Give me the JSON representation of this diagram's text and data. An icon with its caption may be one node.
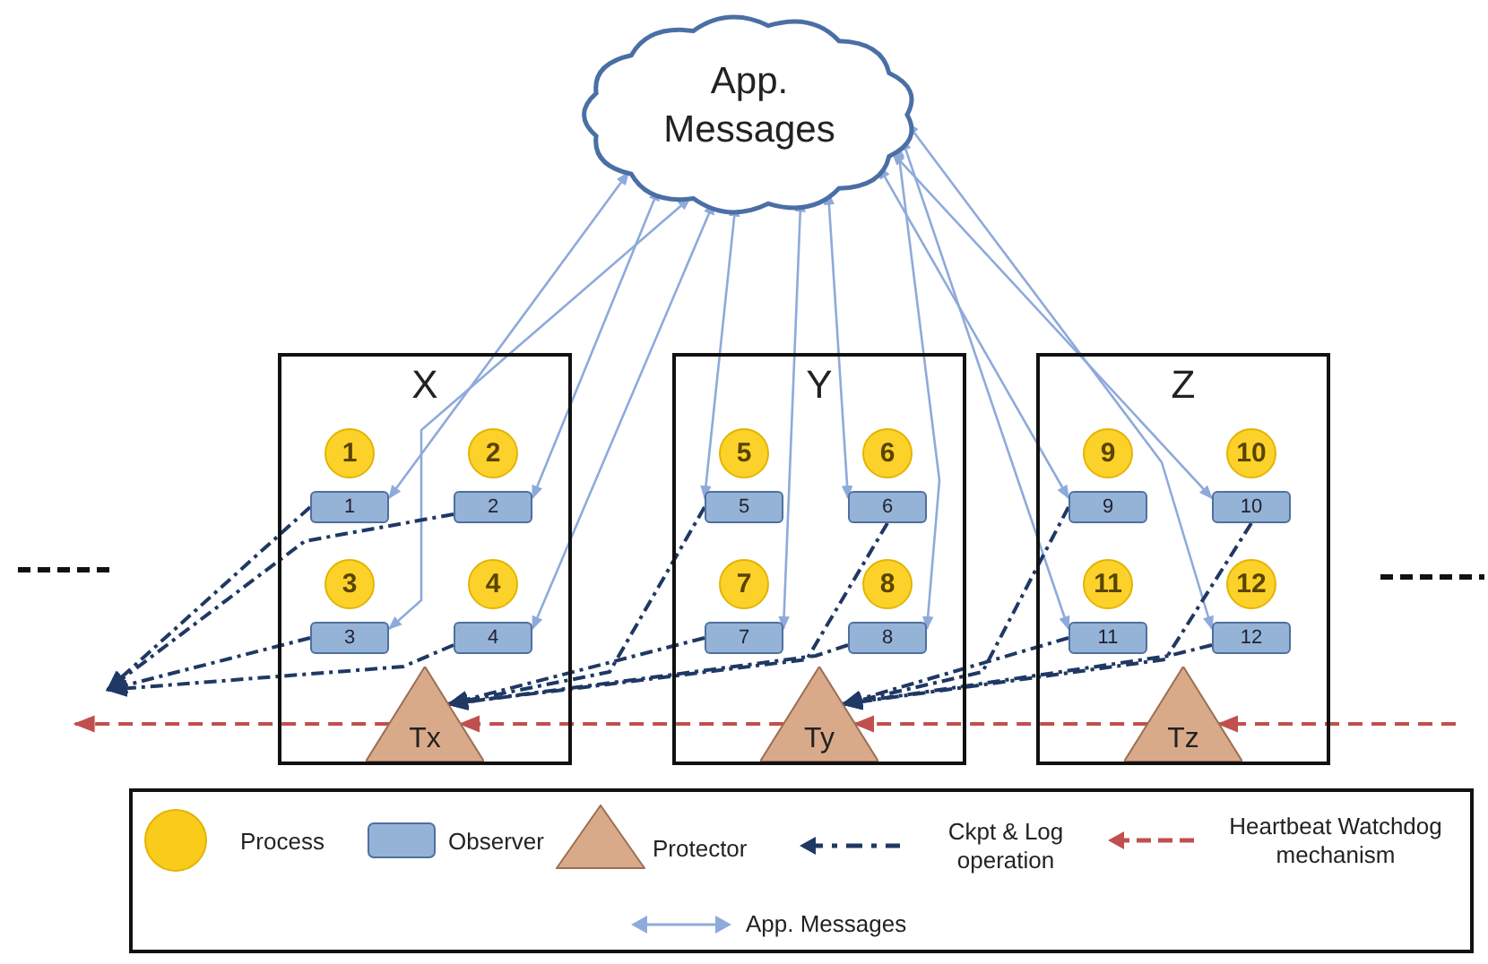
{
  "diagram": {
    "nodes": [
      {
        "text": [
          "App. Messages"
        ]
      },
      {
        "text": [
          "X"
        ]
      },
      {
        "text": [
          "1"
        ],
        "in": 1
      },
      {
        "text": [
          "1"
        ],
        "in": 1
      },
      {
        "text": [
          "2"
        ],
        "in": 1
      },
      {
        "text": [
          "2"
        ],
        "in": 1
      },
      {
        "text": [
          "3"
        ],
        "in": 1
      },
      {
        "text": [
          "3"
        ],
        "in": 1
      },
      {
        "text": [
          "4"
        ],
        "in": 1
      },
      {
        "text": [
          "4"
        ],
        "in": 1
      },
      {
        "text": [
          "Tx"
        ],
        "in": 1
      },
      {
        "text": [
          "Y"
        ]
      },
      {
        "text": [
          "5"
        ],
        "in": 11
      },
      {
        "text": [
          "5"
        ],
        "in": 11
      },
      {
        "text": [
          "6"
        ],
        "in": 11
      },
      {
        "text": [
          "6"
        ],
        "in": 11
      },
      {
        "text": [
          "7"
        ],
        "in": 11
      },
      {
        "text": [
          "7"
        ],
        "in": 11
      },
      {
        "text": [
          "8"
        ],
        "in": 11
      },
      {
        "text": [
          "8"
        ],
        "in": 11
      },
      {
        "text": [
          "Ty"
        ],
        "in": 11
      },
      {
        "text": [
          "Z"
        ]
      },
      {
        "text": [
          "9"
        ],
        "in": 21
      },
      {
        "text": [
          "9"
        ],
        "in": 21
      },
      {
        "text": [
          "10"
        ],
        "in": 21
      },
      {
        "text": [
          "10"
        ],
        "in": 21
      },
      {
        "text": [
          "11"
        ],
        "in": 21
      },
      {
        "text": [
          "11"
        ],
        "in": 21
      },
      {
        "text": [
          "12"
        ],
        "in": 21
      },
      {
        "text": [
          "12"
        ],
        "in": 21
      },
      {
        "text": [
          "Tz"
        ],
        "in": 21
      }
    ],
    "edges": [
      {
        "from": 0,
        "to": 3,
        "arrow": "both",
        "color": "#8eaadb"
      },
      {
        "from": 0,
        "to": 5,
        "arrow": "both",
        "color": "#8eaadb"
      },
      {
        "from": 0,
        "to": 7,
        "arrow": "both",
        "color": "#8eaadb"
      },
      {
        "from": 0,
        "to": 9,
        "arrow": "both",
        "color": "#8eaadb"
      },
      {
        "from": 0,
        "to": 13,
        "arrow": "both",
        "color": "#8eaadb"
      },
      {
        "from": 0,
        "to": 15,
        "arrow": "both",
        "color": "#8eaadb"
      },
      {
        "from": 0,
        "to": 17,
        "arrow": "both",
        "color": "#8eaadb"
      },
      {
        "from": 0,
        "to": 19,
        "arrow": "both",
        "color": "#8eaadb"
      },
      {
        "from": 0,
        "to": 23,
        "arrow": "both",
        "color": "#8eaadb"
      },
      {
        "from": 0,
        "to": 25,
        "arrow": "both",
        "color": "#8eaadb"
      },
      {
        "from": 0,
        "to": 27,
        "arrow": "both",
        "color": "#8eaadb"
      },
      {
        "from": 0,
        "to": 29,
        "arrow": "both",
        "color": "#8eaadb"
      },
      {
        "from": 3,
        "to": null,
        "arrow": "to",
        "style": "dashed",
        "color": "#1f3864"
      },
      {
        "from": 5,
        "to": null,
        "arrow": "to",
        "style": "dashed",
        "color": "#1f3864"
      },
      {
        "from": 7,
        "to": null,
        "arrow": "to",
        "style": "dashed",
        "color": "#1f3864"
      },
      {
        "from": 9,
        "to": null,
        "arrow": "to",
        "style": "dashed",
        "color": "#1f3864"
      },
      {
        "from": 13,
        "to": 10,
        "arrow": "to",
        "style": "dashed",
        "color": "#1f3864"
      },
      {
        "from": 15,
        "to": 10,
        "arrow": "to",
        "style": "dashed",
        "color": "#1f3864"
      },
      {
        "from": 17,
        "to": 10,
        "arrow": "to",
        "style": "dashed",
        "color": "#1f3864"
      },
      {
        "from": 19,
        "to": 10,
        "arrow": "to",
        "style": "dashed",
        "color": "#1f3864"
      },
      {
        "from": 23,
        "to": 20,
        "arrow": "to",
        "style": "dashed",
        "color": "#1f3864"
      },
      {
        "from": 25,
        "to": 20,
        "arrow": "to",
        "style": "dashed",
        "color": "#1f3864"
      },
      {
        "from": 27,
        "to": 20,
        "arrow": "to",
        "style": "dashed",
        "color": "#1f3864"
      },
      {
        "from": 29,
        "to": 20,
        "arrow": "to",
        "style": "dashed",
        "color": "#1f3864"
      },
      {
        "from": null,
        "to": 30,
        "arrow": "to",
        "style": "dashed",
        "color": "#c0504d"
      },
      {
        "from": 30,
        "to": 20,
        "arrow": "to",
        "style": "dashed",
        "color": "#c0504d"
      },
      {
        "from": 20,
        "to": 10,
        "arrow": "to",
        "style": "dashed",
        "color": "#c0504d"
      },
      {
        "from": 10,
        "to": null,
        "arrow": "to",
        "style": "dashed",
        "color": "#c0504d"
      }
    ],
    "legend": [
      {
        "text": "Process",
        "color": "#f9cc1c"
      },
      {
        "text": "Observer",
        "color": "#95b3d7"
      },
      {
        "text": "Protector",
        "color": "#d9aa8a"
      },
      {
        "text": "Ckpt & Log operation"
      },
      {
        "text": "Heartbeat Watchdog mechanism"
      },
      {
        "text": "App. Messages"
      }
    ]
  }
}
